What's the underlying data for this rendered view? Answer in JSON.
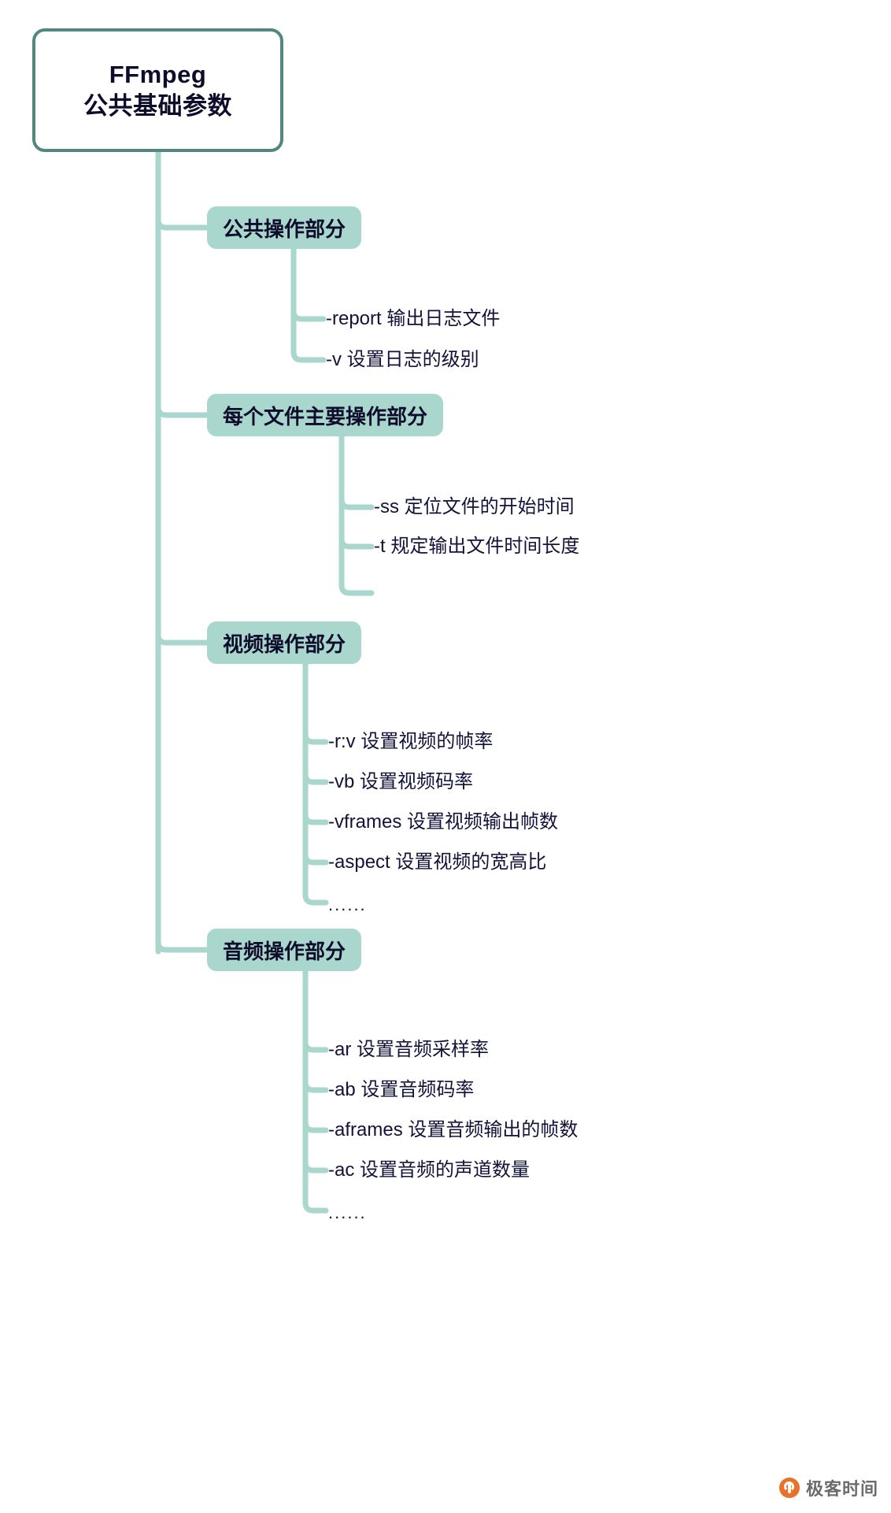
{
  "diagram": {
    "type": "mindmap",
    "title_lines": [
      "FFmpeg",
      "公共基础参数"
    ],
    "colors": {
      "root_border": "#52877f",
      "root_fill": "#ffffff",
      "branch_fill": "#a9d6cd",
      "connector": "#a9d6cd",
      "trunk": "#a9d6cd",
      "text": "#0d0d2b",
      "background": "#ffffff",
      "watermark_accent": "#e8722a",
      "watermark_text": "#6b6b6b"
    },
    "root": {
      "label_line1": "FFmpeg",
      "label_line2": "公共基础参数"
    },
    "branches": [
      {
        "label": "公共操作部分",
        "leaves": [
          {
            "text": "-report 输出日志文件"
          },
          {
            "text": "-v 设置日志的级别"
          }
        ]
      },
      {
        "label": "每个文件主要操作部分",
        "leaves": [
          {
            "text": "-ss 定位文件的开始时间"
          },
          {
            "text": "-t 规定输出文件时间长度"
          },
          {
            "text": ""
          }
        ]
      },
      {
        "label": "视频操作部分",
        "leaves": [
          {
            "text": "-r:v 设置视频的帧率"
          },
          {
            "text": "-vb 设置视频码率"
          },
          {
            "text": "-vframes 设置视频输出帧数"
          },
          {
            "text": "-aspect 设置视频的宽高比"
          },
          {
            "text": "......"
          }
        ]
      },
      {
        "label": "音频操作部分",
        "leaves": [
          {
            "text": "-ar 设置音频采样率"
          },
          {
            "text": "-ab 设置音频码率"
          },
          {
            "text": "-aframes 设置音频输出的帧数"
          },
          {
            "text": "-ac 设置音频的声道数量"
          },
          {
            "text": "......"
          }
        ]
      }
    ],
    "watermark": {
      "text": "极客时间",
      "logo_name": "geekbang-logo-icon"
    }
  }
}
